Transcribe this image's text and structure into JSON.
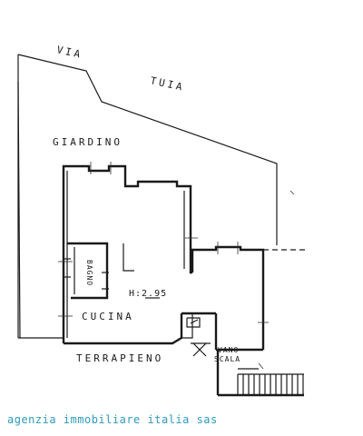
{
  "labels": {
    "street_1": "VIA",
    "street_2": "TUIA",
    "garden": "GIARDINO",
    "bathroom": "BAGNO",
    "ceiling_height": "H:2.95",
    "kitchen": "CUCINA",
    "embankment": "TERRAPIENO",
    "stair_1": "VANO",
    "stair_2": "SCALA"
  },
  "footer": {
    "agency": "agenzia immobiliare italia sas"
  },
  "colors": {
    "ink": "#1a1a1a",
    "watermark": "#2f9bb8",
    "background": "#ffffff"
  }
}
